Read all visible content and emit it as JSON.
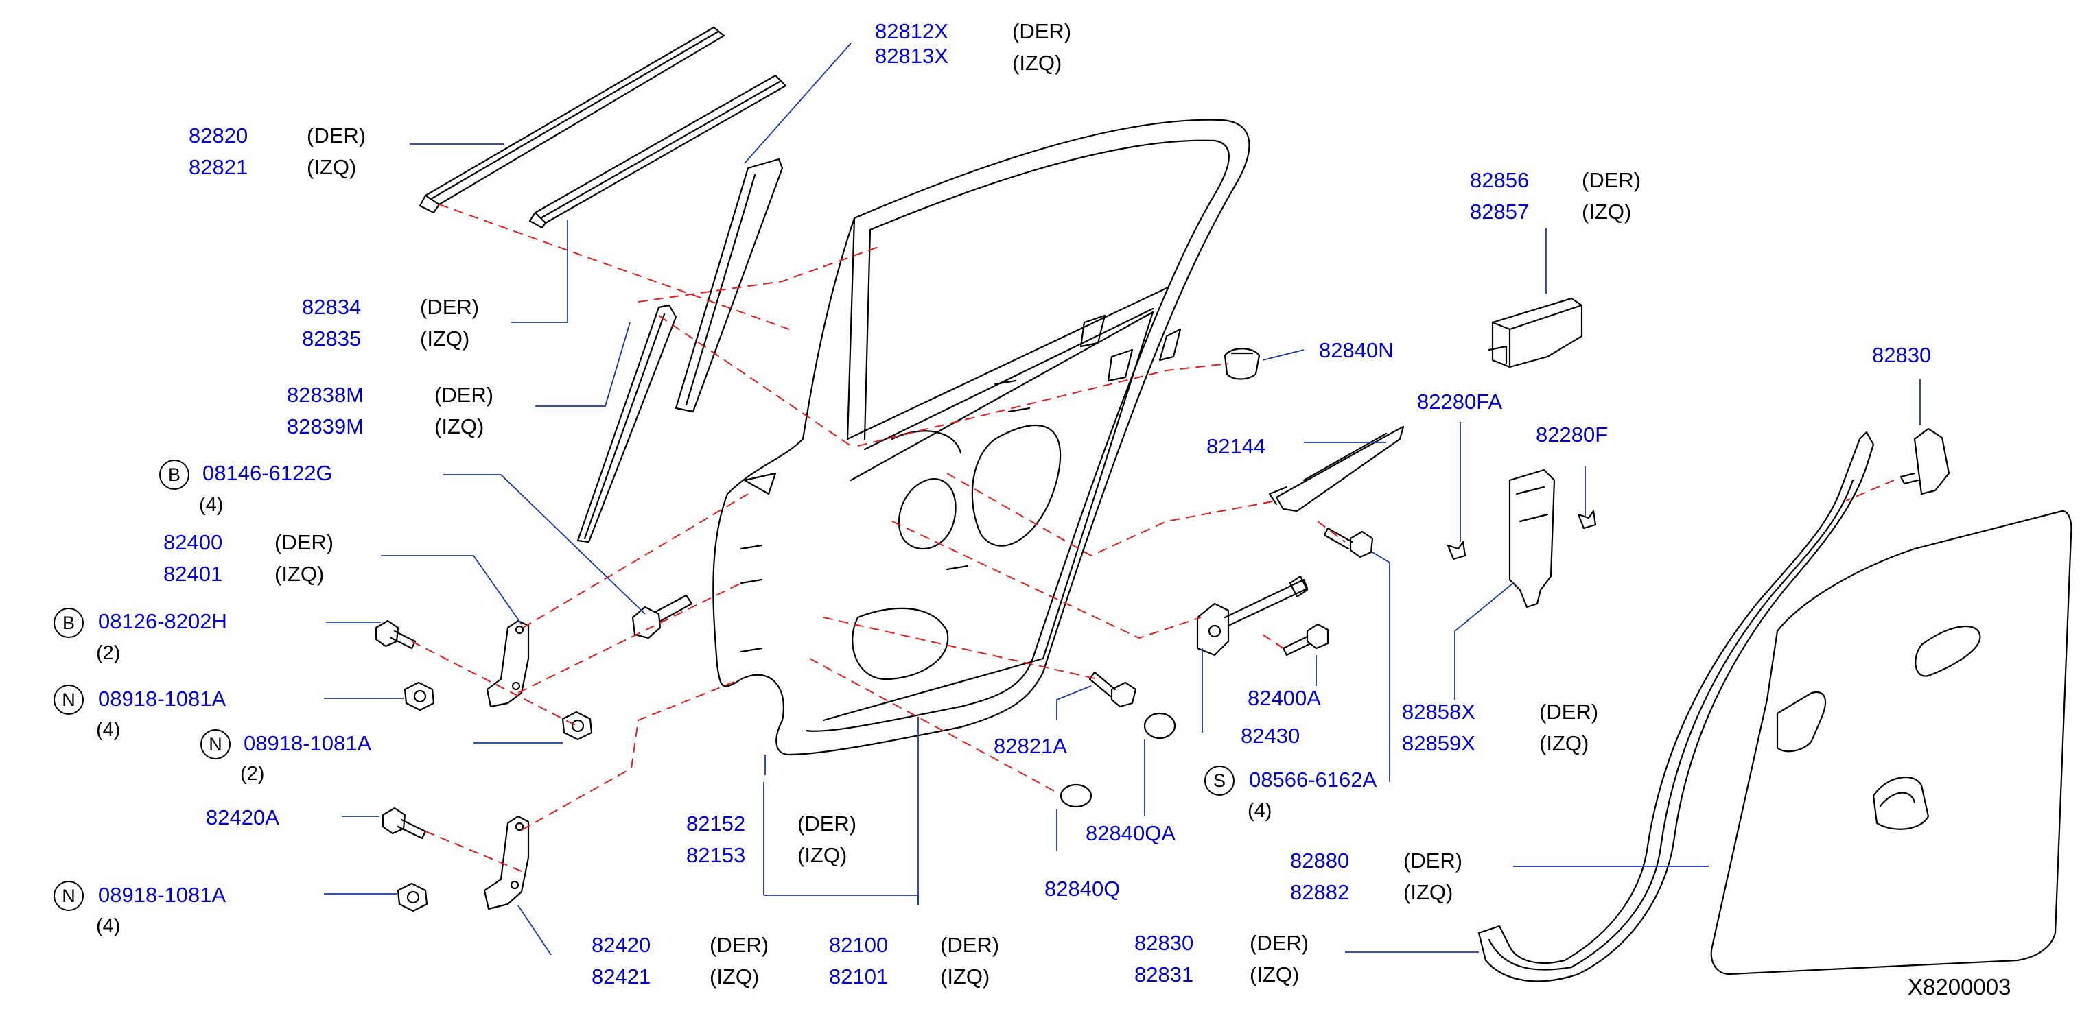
{
  "diagram_code": "X8200003",
  "callouts": [
    {
      "id": "c1",
      "parts": [
        {
          "no": "82812X",
          "side": "(DER)"
        },
        {
          "no": "82813X",
          "side": "(IZQ)"
        }
      ]
    },
    {
      "id": "c2",
      "parts": [
        {
          "no": "82820",
          "side": "(DER)"
        },
        {
          "no": "82821",
          "side": "(IZQ)"
        }
      ]
    },
    {
      "id": "c3",
      "parts": [
        {
          "no": "82834",
          "side": "(DER)"
        },
        {
          "no": "82835",
          "side": "(IZQ)"
        }
      ]
    },
    {
      "id": "c4",
      "parts": [
        {
          "no": "82838M",
          "side": "(DER)"
        },
        {
          "no": "82839M",
          "side": "(IZQ)"
        }
      ]
    },
    {
      "id": "c5",
      "prefix": "B",
      "parts": [
        {
          "no": "08146-6122G"
        }
      ],
      "qty": "(4)"
    },
    {
      "id": "c6",
      "parts": [
        {
          "no": "82400",
          "side": "(DER)"
        },
        {
          "no": "82401",
          "side": "(IZQ)"
        }
      ]
    },
    {
      "id": "c7",
      "prefix": "B",
      "parts": [
        {
          "no": "08126-8202H"
        }
      ],
      "qty": "(2)"
    },
    {
      "id": "c8",
      "prefix": "N",
      "parts": [
        {
          "no": "08918-1081A"
        }
      ],
      "qty": "(4)"
    },
    {
      "id": "c9",
      "prefix": "N",
      "parts": [
        {
          "no": "08918-1081A"
        }
      ],
      "qty": "(2)"
    },
    {
      "id": "c10",
      "parts": [
        {
          "no": "82420A"
        }
      ]
    },
    {
      "id": "c11",
      "prefix": "N",
      "parts": [
        {
          "no": "08918-1081A"
        }
      ],
      "qty": "(4)"
    },
    {
      "id": "c12",
      "parts": [
        {
          "no": "82420",
          "side": "(DER)"
        },
        {
          "no": "82421",
          "side": "(IZQ)"
        }
      ]
    },
    {
      "id": "c13",
      "parts": [
        {
          "no": "82152",
          "side": "(DER)"
        },
        {
          "no": "82153",
          "side": "(IZQ)"
        }
      ]
    },
    {
      "id": "c14",
      "parts": [
        {
          "no": "82100",
          "side": "(DER)"
        },
        {
          "no": "82101",
          "side": "(IZQ)"
        }
      ]
    },
    {
      "id": "c15",
      "parts": [
        {
          "no": "82821A"
        }
      ]
    },
    {
      "id": "c16",
      "parts": [
        {
          "no": "82840QA"
        }
      ]
    },
    {
      "id": "c17",
      "parts": [
        {
          "no": "82840Q"
        }
      ]
    },
    {
      "id": "c18",
      "parts": [
        {
          "no": "82840N"
        }
      ]
    },
    {
      "id": "c19",
      "parts": [
        {
          "no": "82856",
          "side": "(DER)"
        },
        {
          "no": "82857",
          "side": "(IZQ)"
        }
      ]
    },
    {
      "id": "c20",
      "parts": [
        {
          "no": "82144"
        }
      ]
    },
    {
      "id": "c21",
      "parts": [
        {
          "no": "82280FA"
        }
      ]
    },
    {
      "id": "c22",
      "parts": [
        {
          "no": "82280F"
        }
      ]
    },
    {
      "id": "c23",
      "parts": [
        {
          "no": "82830"
        }
      ]
    },
    {
      "id": "c24",
      "parts": [
        {
          "no": "82400A"
        }
      ]
    },
    {
      "id": "c25",
      "parts": [
        {
          "no": "82430"
        }
      ]
    },
    {
      "id": "c26",
      "prefix": "S",
      "parts": [
        {
          "no": "08566-6162A"
        }
      ],
      "qty": "(4)"
    },
    {
      "id": "c27",
      "parts": [
        {
          "no": "82858X",
          "side": "(DER)"
        },
        {
          "no": "82859X",
          "side": "(IZQ)"
        }
      ]
    },
    {
      "id": "c28",
      "parts": [
        {
          "no": "82880",
          "side": "(DER)"
        },
        {
          "no": "82882",
          "side": "(IZQ)"
        }
      ]
    },
    {
      "id": "c29",
      "parts": [
        {
          "no": "82830",
          "side": "(DER)"
        },
        {
          "no": "82831",
          "side": "(IZQ)"
        }
      ]
    }
  ]
}
